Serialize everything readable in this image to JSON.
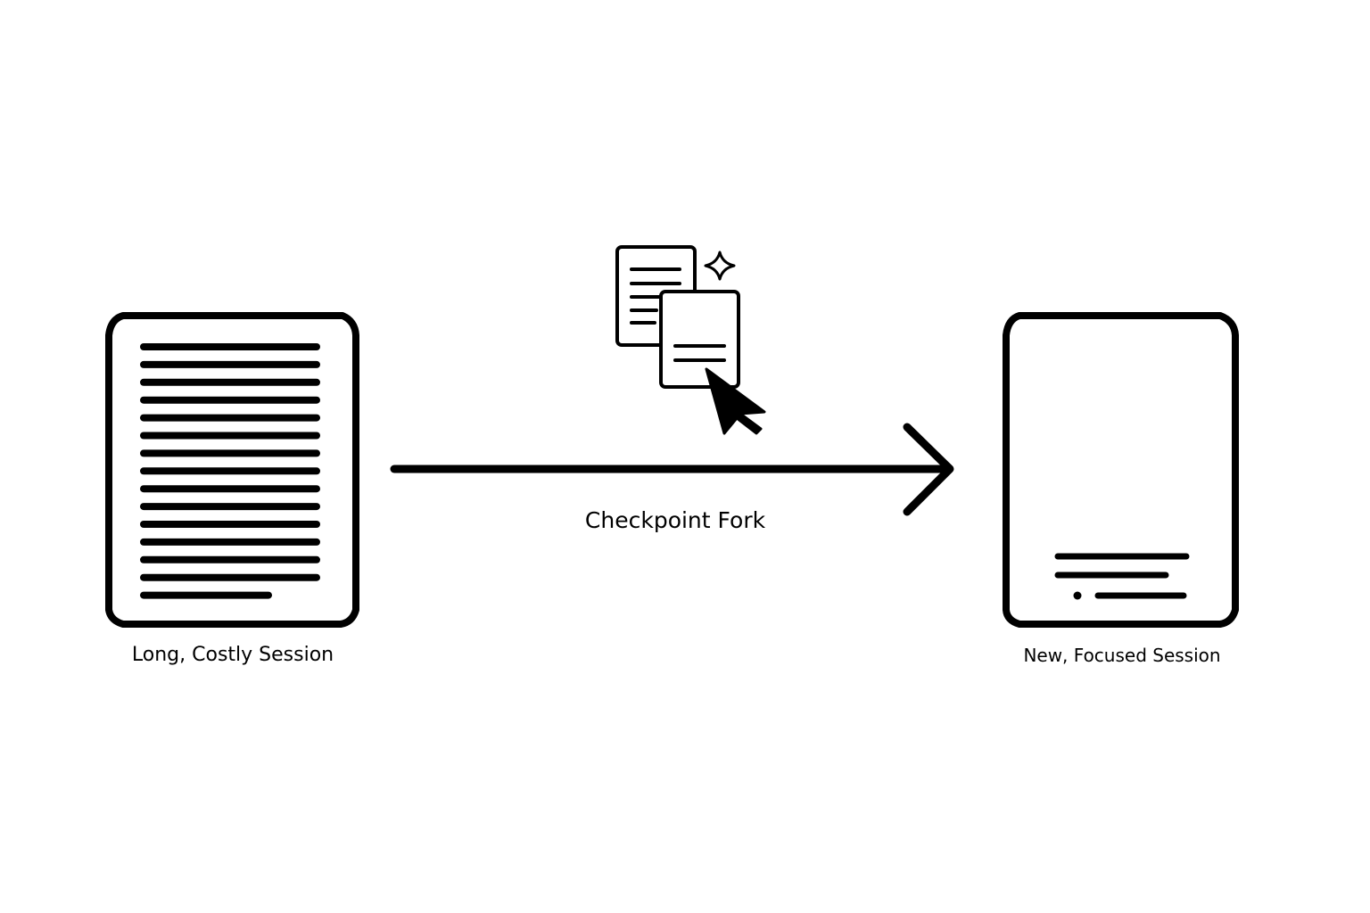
{
  "diagram": {
    "source_label": "Long, Costly Session",
    "arrow_label": "Checkpoint Fork",
    "target_label": "New, Focused Session",
    "icons": {
      "source": "dense-document-icon",
      "action": "copy-documents-cursor-icon",
      "sparkle": "sparkle-icon",
      "arrow": "right-arrow-icon",
      "target": "sparse-document-icon"
    },
    "colors": {
      "stroke": "#000000",
      "background": "#ffffff"
    }
  }
}
